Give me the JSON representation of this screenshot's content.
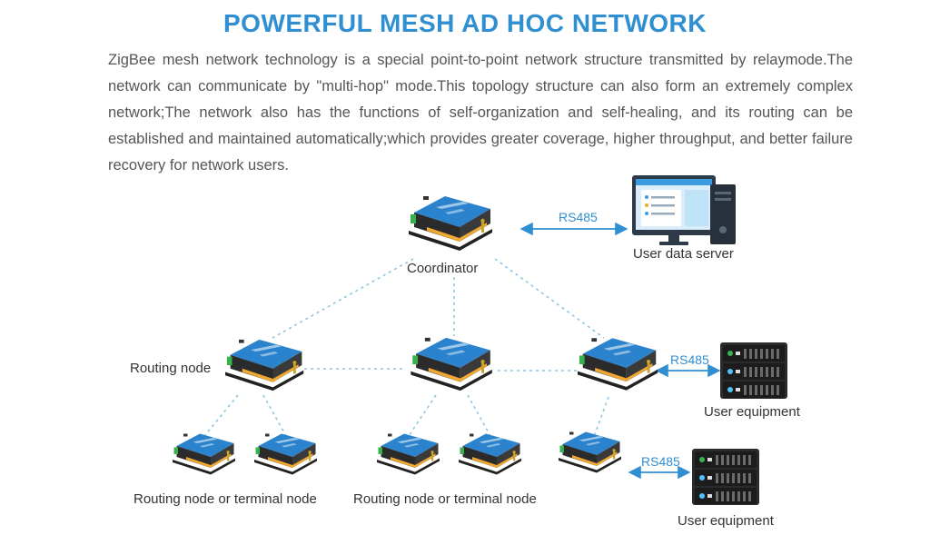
{
  "header": {
    "title": "POWERFUL MESH AD HOC NETWORK",
    "description": "ZigBee mesh network technology is a special point-to-point network structure transmitted by relaymode.The network can communicate by \"multi-hop\" mode.This topology structure can also form an extremely complex network;The network also has the functions of self-organization and self-healing, and its routing can be established and maintained automatically;which provides greater coverage, higher throughput, and better failure recovery for network users."
  },
  "diagram": {
    "coordinator_label": "Coordinator",
    "server_label": "User data server",
    "routing_node_label": "Routing node",
    "leaf_label_left": "Routing node or terminal node",
    "leaf_label_center": "Routing node or terminal node",
    "equipment_label_1": "User equipment",
    "equipment_label_2": "User equipment",
    "rs485_top": "RS485",
    "rs485_mid": "RS485",
    "rs485_bottom": "RS485"
  },
  "colors": {
    "accent": "#2f8fd1",
    "device_blue": "#2a83cc",
    "device_dark": "#2b2b2b",
    "device_orange": "#f0a830",
    "link": "#8fc4e0"
  }
}
